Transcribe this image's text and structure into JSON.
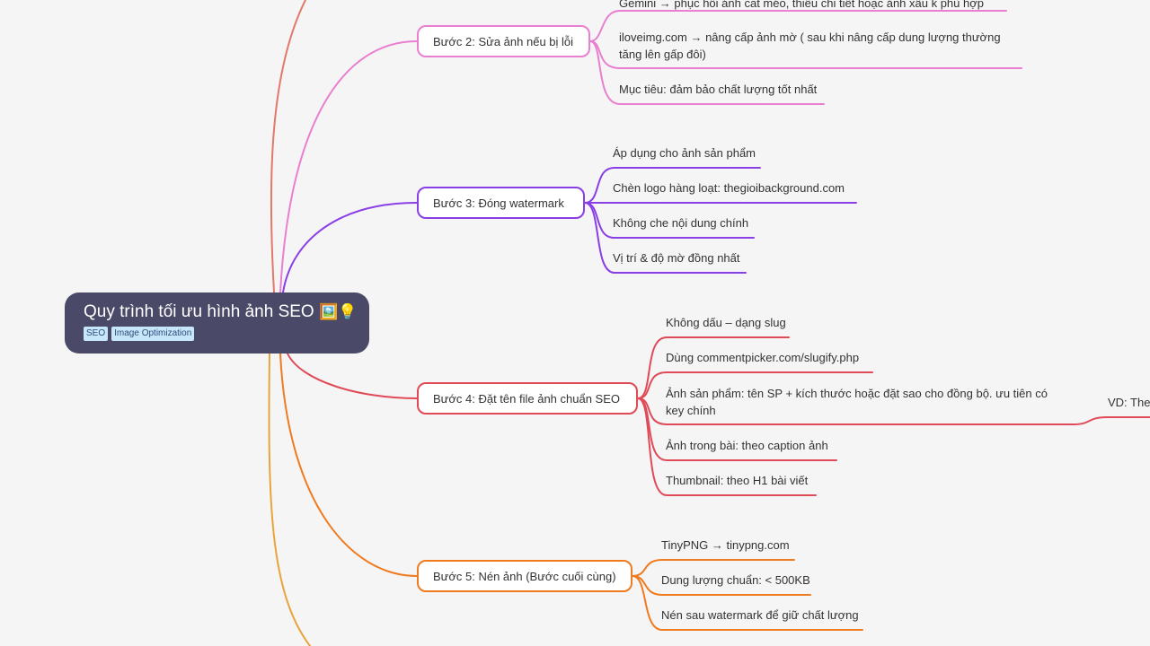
{
  "root": {
    "title": "Quy trình tối ưu hình ảnh SEO",
    "emoji": "🖼️💡",
    "tags": [
      "SEO",
      "Image Optimization"
    ]
  },
  "branches": [
    {
      "label": "Bước 2: Sửa ảnh nếu bị lỗi",
      "color": "#e97fd0",
      "leaves": [
        "Gemini → phục hồi ảnh cắt méo, thiếu chi tiết hoặc ảnh xấu k phù hợp",
        "iloveimg.com → nâng cấp ảnh mờ ( sau khi nâng cấp dung lượng thường tăng lên gấp đôi)",
        "Mục tiêu: đảm bảo chất lượng tốt nhất"
      ]
    },
    {
      "label": "Bước 3: Đóng watermark",
      "color": "#8a3ee6",
      "leaves": [
        "Áp dụng cho ảnh sản phẩm",
        "Chèn logo hàng loạt: thegioibackground.com",
        "Không che nội dung chính",
        "Vị trí & độ mờ đồng nhất"
      ]
    },
    {
      "label": "Bước 4: Đặt tên file ảnh chuẩn SEO",
      "color": "#e04a58",
      "leaves": [
        "Không dấu – dạng slug",
        "Dùng commentpicker.com/slugify.php",
        "Ảnh sản phẩm: tên SP + kích thước hoặc đặt sao cho đồng bộ. ưu tiên có key chính",
        "Ảnh trong bài: theo caption ảnh",
        "Thumbnail: theo H1 bài viết"
      ],
      "sub_leaf": "VD: The"
    },
    {
      "label": "Bước 5: Nén ảnh (Bước cuối cùng)",
      "color": "#f07a1e",
      "leaves": [
        "TinyPNG → tinypng.com",
        "Dung lượng chuẩn: < 500KB",
        "Nén sau watermark để giữ chất lượng"
      ]
    }
  ],
  "offscreen_colors": [
    "#e07a6a",
    "#e8a43a"
  ]
}
